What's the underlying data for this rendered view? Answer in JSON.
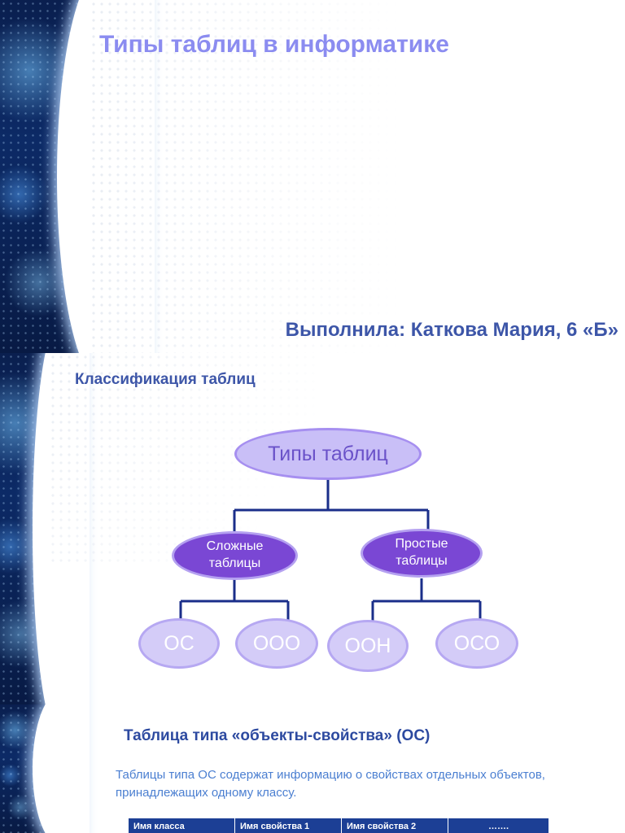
{
  "slide1": {
    "title": "Типы таблиц в информатике",
    "author": "Выполнила: Каткова Мария, 6 «Б»"
  },
  "slide2": {
    "title": "Классификация таблиц",
    "root": "Типы таблиц",
    "branches": [
      {
        "label": "Сложные таблицы",
        "children": [
          "ОС",
          "ООО"
        ]
      },
      {
        "label": "Простые таблицы",
        "children": [
          "ООН",
          "ОСО"
        ]
      }
    ],
    "colors": {
      "line": "#1a2e8a",
      "root_fill": "#c9bff7",
      "mid_fill": "#7a47d4",
      "leaf_fill": "#d4ccf8"
    }
  },
  "slide3": {
    "title": "Таблица типа «объекты-свойства» (ОС)",
    "description": "Таблицы типа ОС содержат информацию о свойствах отдельных объектов, принадлежащих одному классу.",
    "table_headers": [
      "Имя класса",
      "Имя свойства 1",
      "Имя свойства 2",
      "……."
    ]
  }
}
